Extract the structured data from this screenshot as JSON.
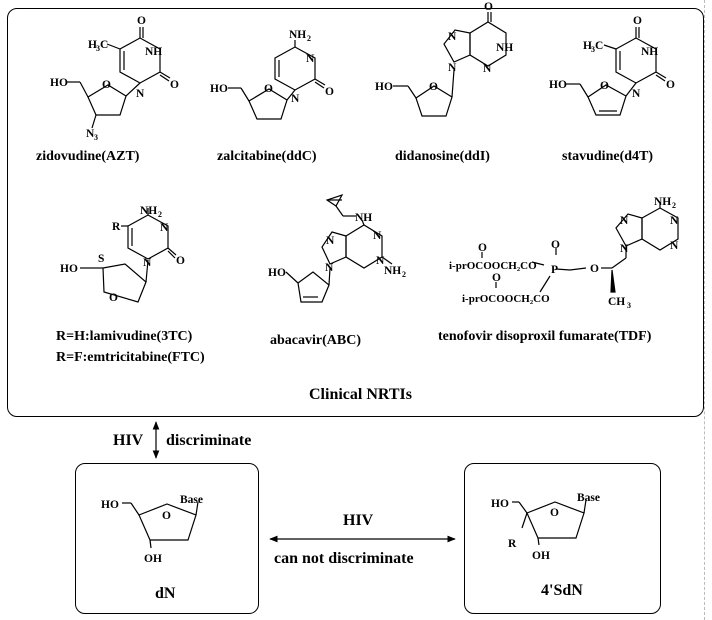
{
  "clinical": {
    "title": "Clinical NRTIs",
    "drugs": {
      "azt": "zidovudine(AZT)",
      "ddc": "zalcitabine(ddC)",
      "ddi": "didanosine(ddI)",
      "d4t": "stavudine(d4T)",
      "tc_line1": "R=H:lamivudine(3TC)",
      "tc_line2": "R=F:emtricitabine(FTC)",
      "abc": "abacavir(ABC)",
      "tdf": "tenofovir disoproxil fumarate(TDF)"
    }
  },
  "arrows": {
    "vertical_left": "HIV",
    "vertical_right": "discriminate",
    "horizontal_top": "HIV",
    "horizontal_bottom": "can not discriminate"
  },
  "boxes": {
    "dn_label": "dN",
    "sdn_label": "4'SdN"
  },
  "atoms": {
    "ho": "HO",
    "oh": "OH",
    "o": "O",
    "s": "S",
    "n": "N",
    "nh": "NH",
    "nh2": "NH",
    "sub2": "2",
    "sub3": "3",
    "h3c": "H",
    "c": "C",
    "r": "R",
    "base": "Base",
    "ch3": "CH",
    "p": "P",
    "tdf_e1": "i-prOCOOCH₂CO",
    "tdf_e2": "i-prOCOOCH₂CO"
  }
}
